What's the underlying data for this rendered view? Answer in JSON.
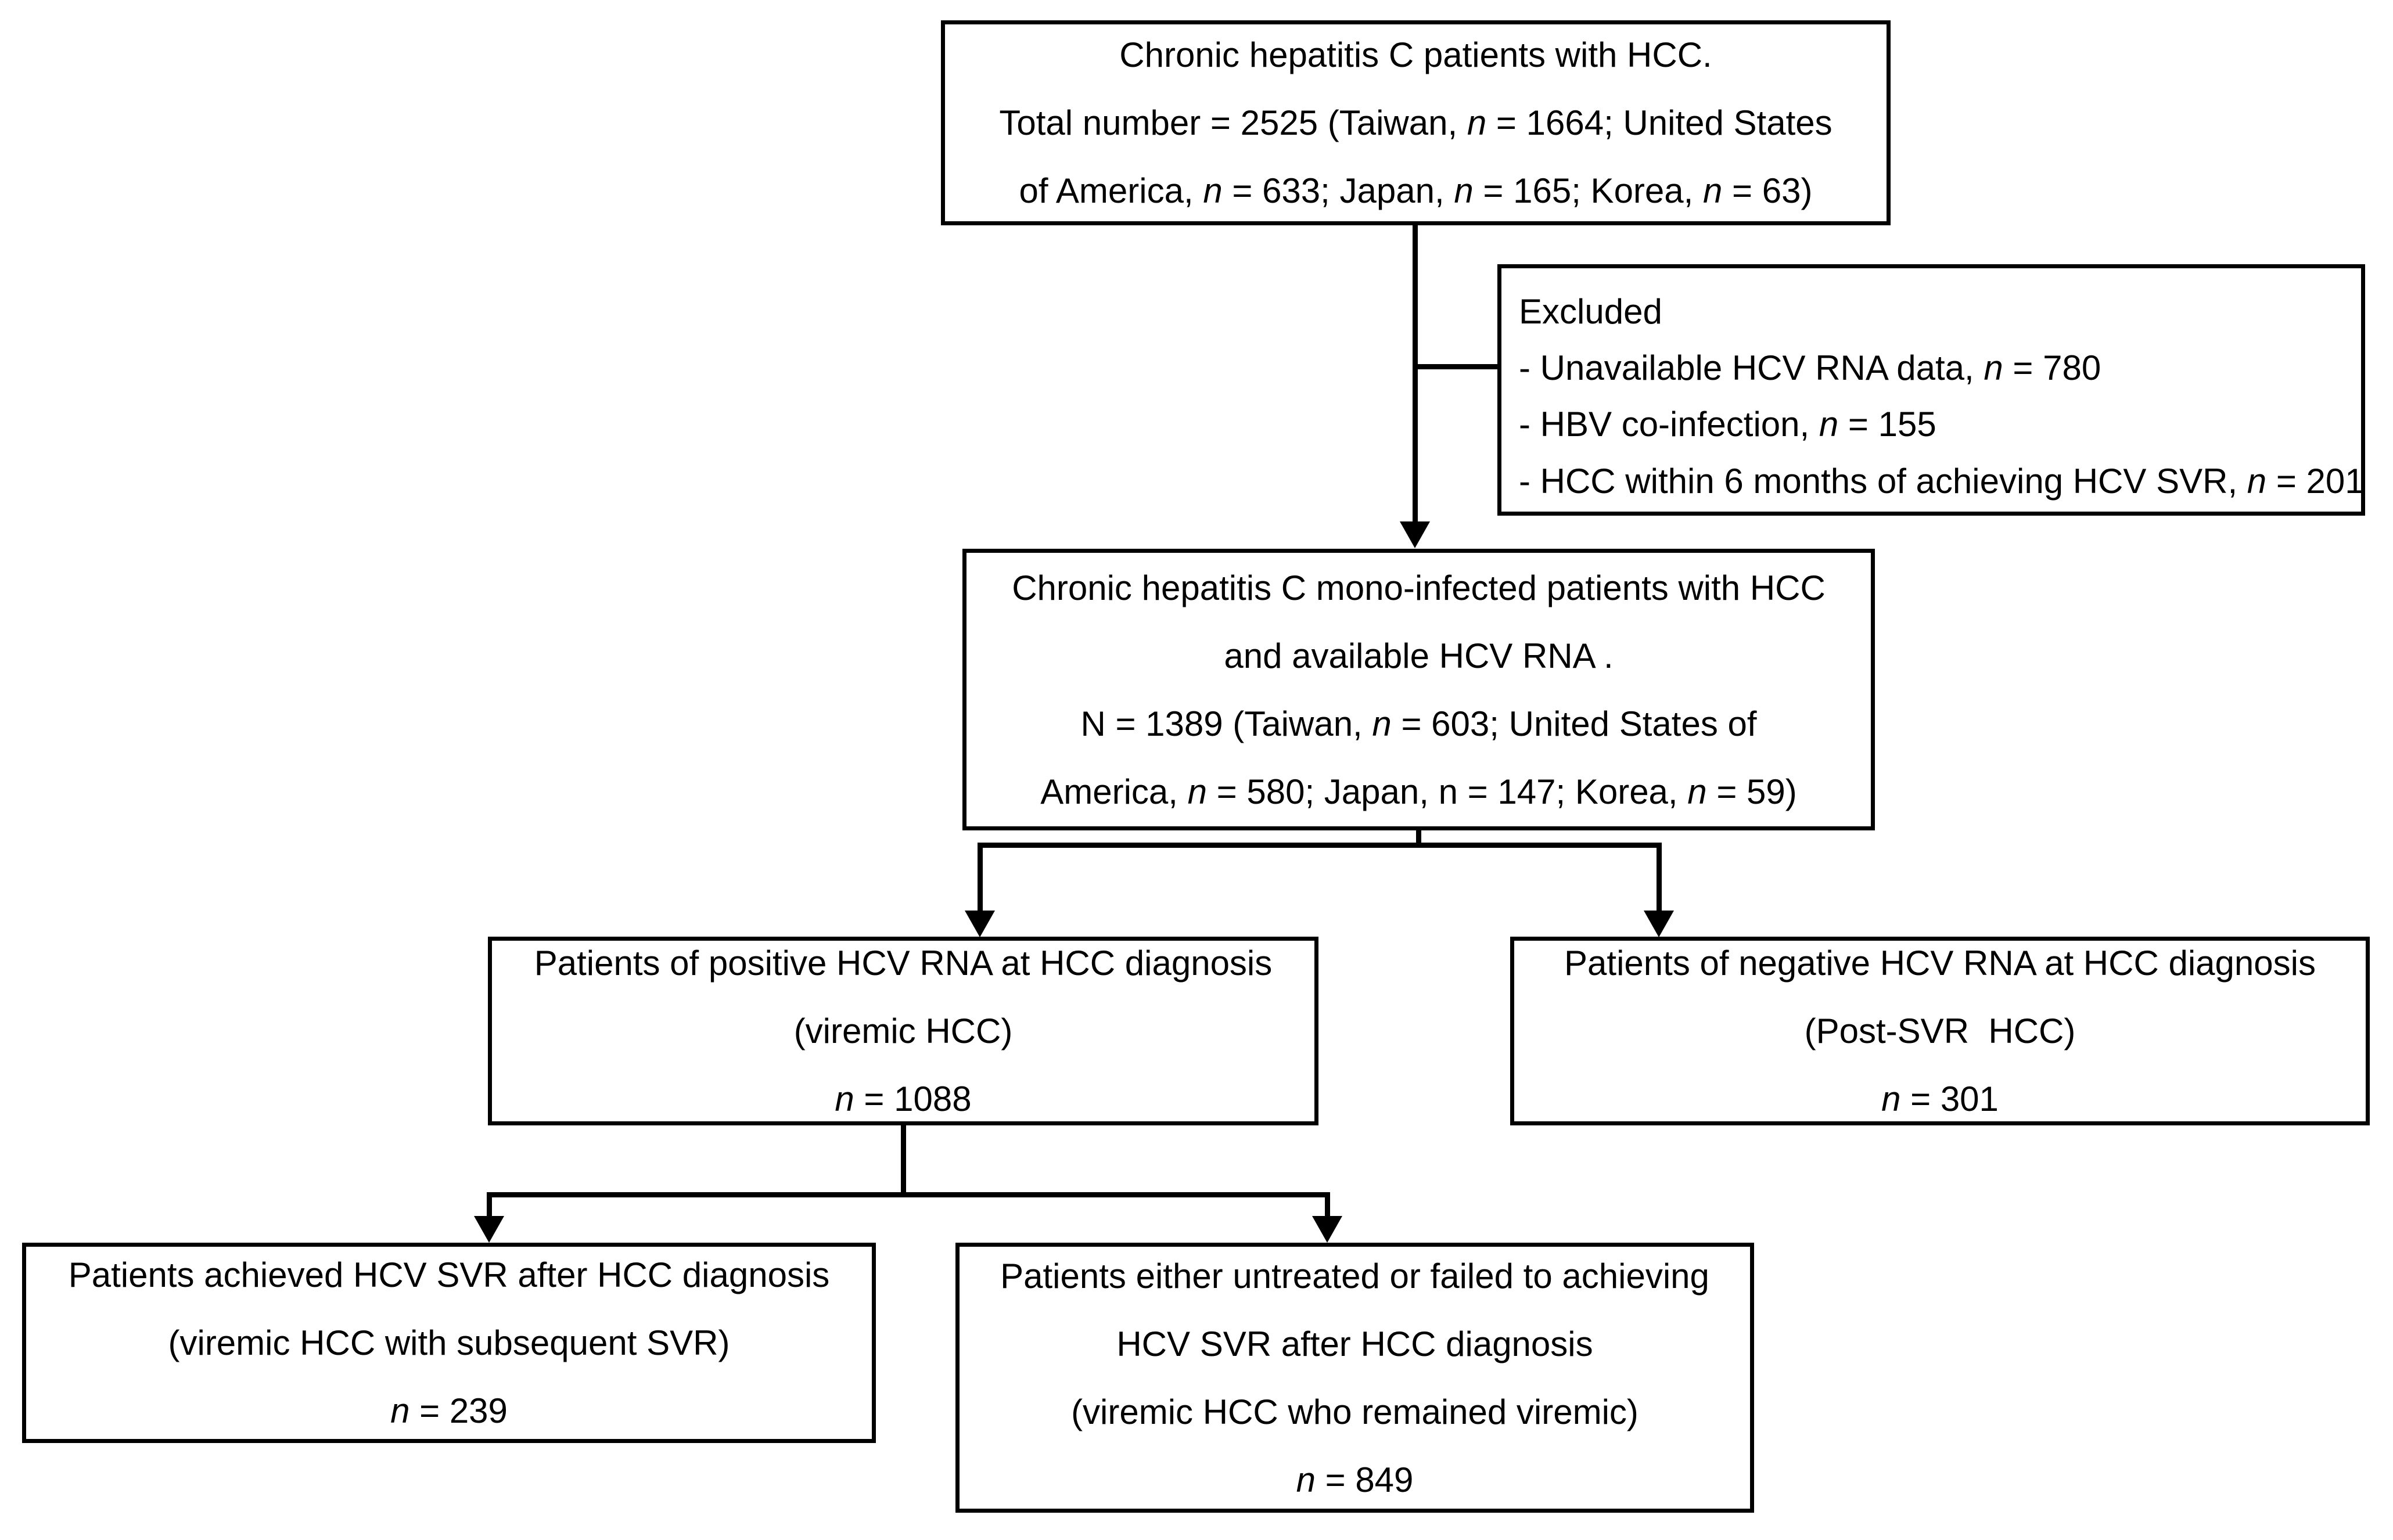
{
  "figure": {
    "type": "flowchart",
    "title": "Patient selection flow diagram for chronic hepatitis C patients with HCC"
  },
  "nodes": {
    "total_cohort": {
      "name": "total-cohort-box",
      "lines": [
        "Chronic hepatitis C patients with HCC.",
        "Total number = 2525 (Taiwan, n = 1664; United States",
        "of America, n = 633; Japan, n = 165; Korea, n = 63)"
      ],
      "total": 2525,
      "countries": [
        {
          "label": "Taiwan",
          "n": 1664
        },
        {
          "label": "United States of America",
          "n": 633
        },
        {
          "label": "Japan",
          "n": 165
        },
        {
          "label": "Korea",
          "n": 63
        }
      ]
    },
    "excluded": {
      "name": "excluded-box",
      "heading": "Excluded",
      "items": [
        "- Unavailable HCV RNA data, n = 780",
        "- HBV co-infection, n = 155",
        "- HCC within 6 months of achieving HCV SVR, n = 201"
      ],
      "reasons": [
        {
          "label": "Unavailable HCV RNA data",
          "n": 780
        },
        {
          "label": "HBV co-infection",
          "n": 155
        },
        {
          "label": "HCC within 6 months of achieving HCV SVR",
          "n": 201
        }
      ]
    },
    "mono_infected": {
      "name": "mono-infected-box",
      "lines": [
        "Chronic hepatitis C mono-infected patients with HCC",
        "and available HCV RNA .",
        "N = 1389 (Taiwan, n = 603; United States of",
        "America, n = 580; Japan, n = 147; Korea, n = 59)"
      ],
      "total": 1389,
      "countries": [
        {
          "label": "Taiwan",
          "n": 603
        },
        {
          "label": "United States of America",
          "n": 580
        },
        {
          "label": "Japan",
          "n": 147
        },
        {
          "label": "Korea",
          "n": 59
        }
      ]
    },
    "viremic_hcc": {
      "name": "viremic-hcc-box",
      "line1": "Patients of positive HCV RNA at HCC diagnosis",
      "line2": "(viremic HCC)",
      "count_label": "n = 1088",
      "n": 1088
    },
    "post_svr_hcc": {
      "name": "post-svr-hcc-box",
      "line1": "Patients of negative HCV RNA at HCC diagnosis",
      "line2": "(Post-SVR  HCC)",
      "count_label": "n = 301",
      "n": 301
    },
    "subsequent_svr": {
      "name": "viremic-hcc-subsequent-svr-box",
      "line1": "Patients achieved HCV SVR after HCC diagnosis",
      "line2": "(viremic HCC with subsequent SVR)",
      "count_label": "n = 239",
      "n": 239
    },
    "remained_viremic": {
      "name": "viremic-hcc-remained-viremic-box",
      "line1": "Patients either untreated or failed to achieving",
      "line2": "HCV SVR after HCC diagnosis",
      "line3": "(viremic HCC who remained viremic)",
      "count_label": "n = 849",
      "n": 849
    }
  },
  "style": {
    "stroke": "#000000",
    "fill": "#ffffff"
  }
}
